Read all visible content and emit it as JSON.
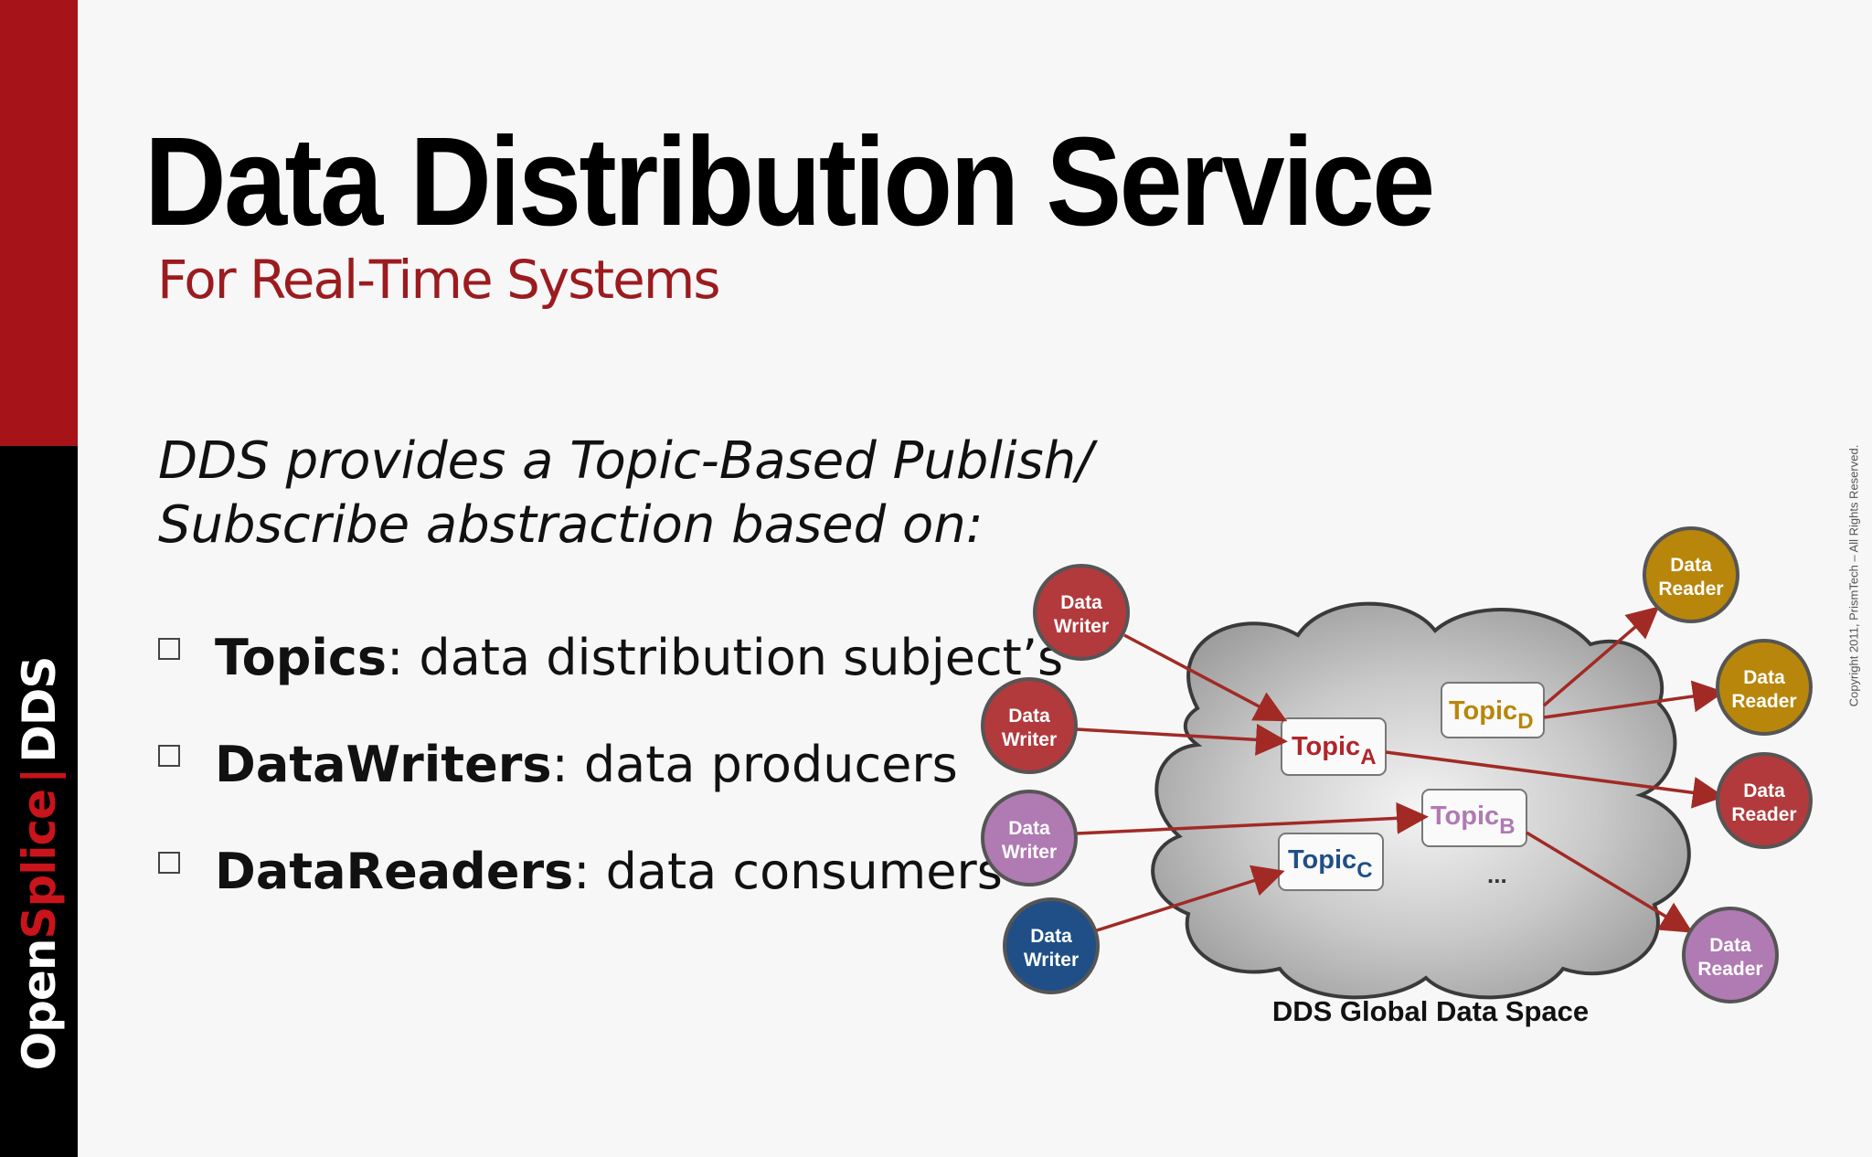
{
  "brand": {
    "open": "Open",
    "splice": "Splice",
    "separator": "|",
    "product": "DDS"
  },
  "title": "Data Distribution Service",
  "subtitle": "For Real-Time Systems",
  "intro": {
    "line1": "DDS provides a  Topic-Based Publish/",
    "line2": "Subscribe abstraction based on:"
  },
  "bullets": [
    {
      "term": "Topics",
      "text": ": data distribution subject’s"
    },
    {
      "term": "DataWriters",
      "text": ": data producers"
    },
    {
      "term": "DataReaders",
      "text": ": data consumers"
    }
  ],
  "diagram": {
    "caption": "DDS Global Data Space",
    "ellipsis": "...",
    "topic_word": "Topic",
    "topics": [
      {
        "sub": "A",
        "color": "#b0252a"
      },
      {
        "sub": "B",
        "color": "#b07ab3"
      },
      {
        "sub": "C",
        "color": "#1f4f86"
      },
      {
        "sub": "D",
        "color": "#b8860b"
      }
    ],
    "node_line1": "Data",
    "writer_word": "Writer",
    "reader_word": "Reader",
    "writers": [
      {
        "color": "#b23a3c"
      },
      {
        "color": "#b23a3c"
      },
      {
        "color": "#b07ab3"
      },
      {
        "color": "#1f4f86"
      }
    ],
    "readers": [
      {
        "color": "#b8860b"
      },
      {
        "color": "#b8860b"
      },
      {
        "color": "#b23a3c"
      },
      {
        "color": "#b07ab3"
      }
    ],
    "arrow_color": "#a12a25"
  },
  "copyright": "Copyright 2011, PrismTech –  All Rights Reserved."
}
